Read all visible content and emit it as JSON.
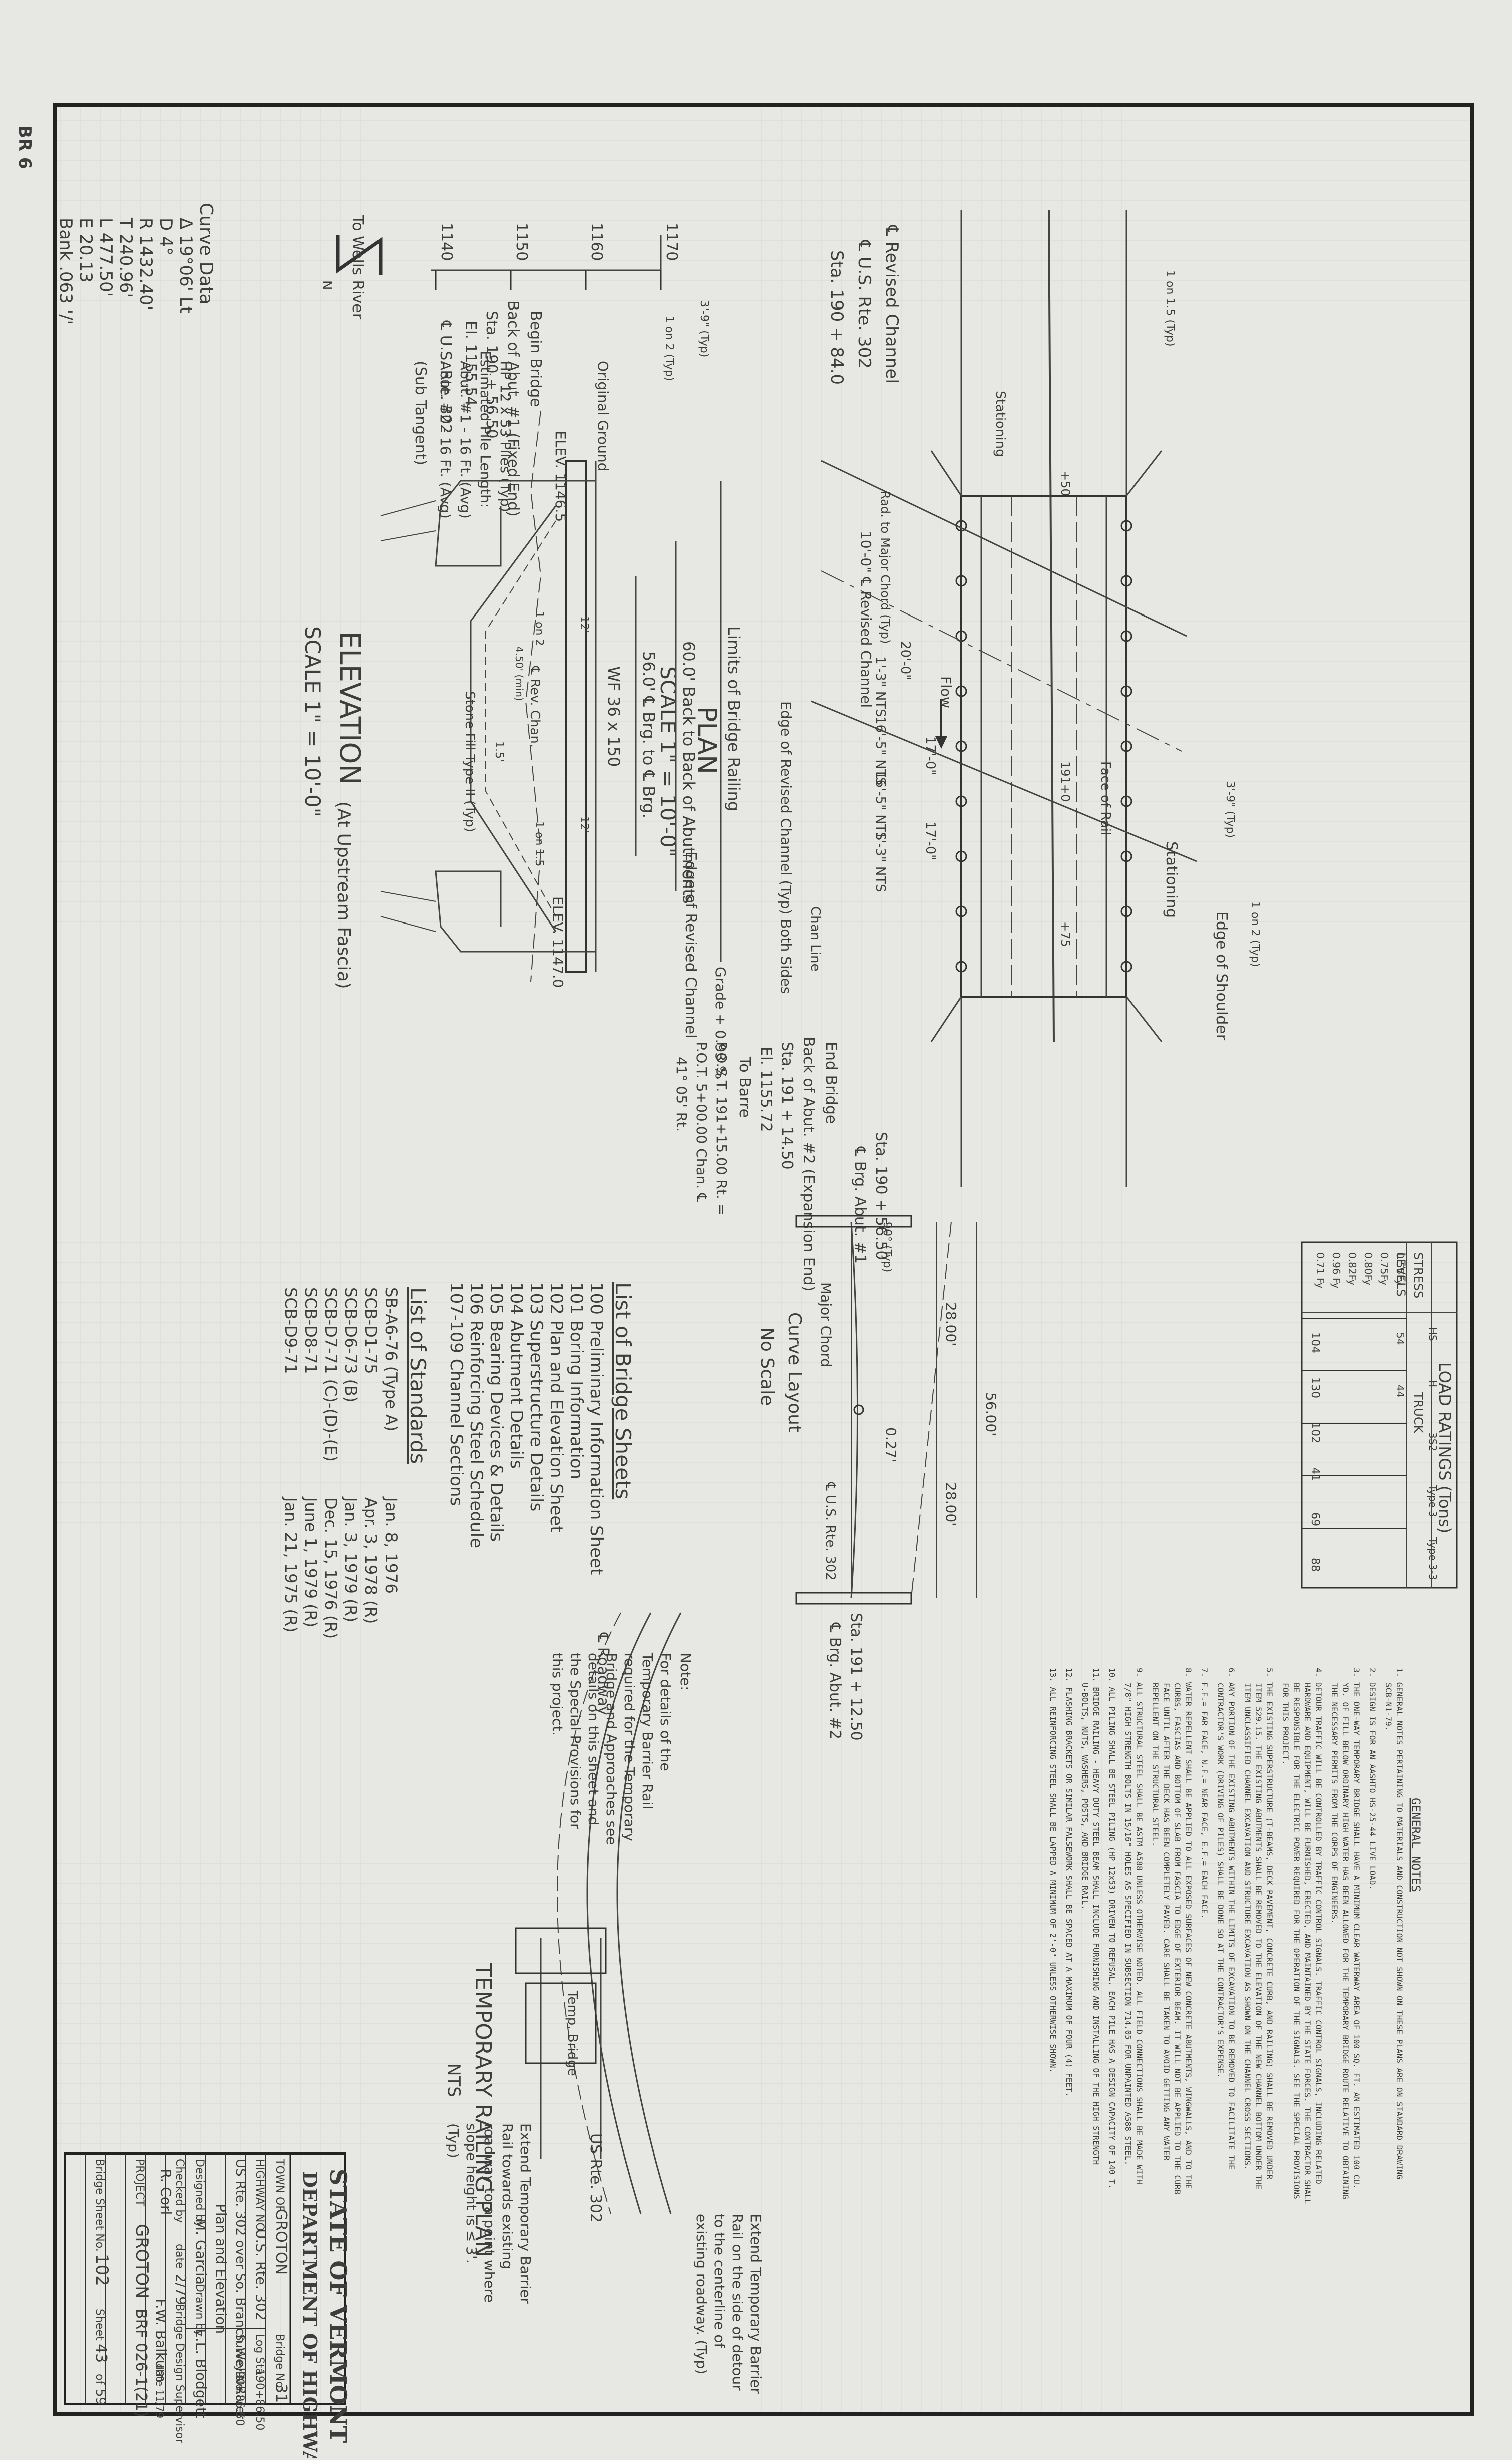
{
  "sheet_tag": "BR 6",
  "north_arrow": "N",
  "general_notes": {
    "title": "GENERAL NOTES",
    "items": [
      "1. GENERAL NOTES PERTAINING TO MATERIALS AND CONSTRUCTION NOT SHOWN ON THESE PLANS ARE ON STANDARD DRAWING SCB-N1-79.",
      "2. DESIGN IS FOR AN AASHTO HS-25-44 LIVE LOAD.",
      "3. THE ONE-WAY TEMPORARY BRIDGE SHALL HAVE A MINIMUM CLEAR WATERWAY AREA OF 100 SQ. FT. AN ESTIMATED 100 CU. YD. OF FILL BELOW ORDINARY HIGH WATER HAS BEEN ALLOWED FOR THE TEMPORARY BRIDGE ROUTE RELATIVE TO OBTAINING THE NECESSARY PERMITS FROM THE CORPS OF ENGINEERS.",
      "4. DETOUR TRAFFIC WILL BE CONTROLLED BY TRAFFIC CONTROL SIGNALS. TRAFFIC CONTROL SIGNALS, INCLUDING RELATED HARDWARE AND EQUIPMENT, WILL BE FURNISHED, ERECTED, AND MAINTAINED BY THE STATE FORCES. THE CONTRACTOR SHALL BE RESPONSIBLE FOR THE ELECTRIC POWER REQUIRED FOR THE OPERATION OF THE SIGNALS. SEE THE SPECIAL PROVISIONS FOR THIS PROJECT.",
      "5. THE EXISTING SUPERSTRUCTURE (T-BEAMS, DECK PAVEMENT, CONCRETE CURB, AND RAILING) SHALL BE REMOVED UNDER ITEM 529.15. THE EXISTING ABUTMENTS SHALL BE REMOVED TO THE ELEVATION OF THE NEW CHANNEL BOTTOM UNDER THE ITEM UNCLASSIFIED CHANNEL EXCAVATION AND STRUCTURE EXCAVATION AS SHOWN ON THE CHANNEL CROSS SECTIONS.",
      "6. ANY PORTION OF THE EXISTING ABUTMENTS WITHIN THE LIMITS OF EXCAVATION TO BE REMOVED TO FACILITATE THE CONTRACTOR'S WORK (DRIVING OF PILES) SHALL BE DONE SO AT THE CONTRACTOR'S EXPENSE.",
      "7. F.F.= FAR FACE, N.F.= NEAR FACE, E.F.= EACH FACE.",
      "8. WATER REPELLENT SHALL BE APPLIED TO ALL EXPOSED SURFACES OF NEW CONCRETE ABUTMENTS, WINGWALLS, AND TO THE CURBS, FASCIAS AND BOTTOM OF SLAB FROM FASCIA TO EDGE OF EXTERIOR BEAM. IT WILL NOT BE APPLIED TO THE CURB FACE UNTIL AFTER THE DECK HAS BEEN COMPLETELY PAVED. CARE SHALL BE TAKEN TO AVOID GETTING ANY WATER REPELLENT ON THE STRUCTURAL STEEL.",
      "9. ALL STRUCTURAL STEEL SHALL BE ASTM A588 UNLESS OTHERWISE NOTED. ALL FIELD CONNECTIONS SHALL BE MADE WITH 7/8\" HIGH STRENGTH BOLTS IN 15/16\" HOLES AS SPECIFIED IN SUBSECTION 714.05 FOR UNPAINTED A588 STEEL.",
      "10. ALL PILING SHALL BE STEEL PILING (HP 12x53) DRIVEN TO REFUSAL. EACH PILE HAS A DESIGN CAPACITY OF 140 T.",
      "11. BRIDGE RAILING - HEAVY DUTY STEEL BEAM SHALL INCLUDE FURNISHING AND INSTALLING OF THE HIGH STRENGTH U-BOLTS, NUTS, WASHERS, POSTS, AND BRIDGE RAIL.",
      "12. FLASHING BRACKETS OR SIMILAR FALSEWORK SHALL BE SPACED AT A MAXIMUM OF FOUR (4) FEET.",
      "13. ALL REINFORCING STEEL SHALL BE LAPPED A MINIMUM OF 2'-0\" UNLESS OTHERWISE SHOWN."
    ]
  },
  "load_ratings": {
    "title": "LOAD RATINGS (Tons)",
    "col_stress": "STRESS",
    "col_levels": "LEVELS",
    "col_truck": "TRUCK",
    "truck_types": [
      "HS",
      "H",
      "3S2",
      "Type 3",
      "Type 3-3"
    ],
    "rows": [
      {
        "level": "0.55Fy",
        "values": [
          "54",
          "44",
          "",
          "",
          ""
        ]
      },
      {
        "level": "0.75Fy",
        "values": [
          "",
          "",
          "",
          "",
          ""
        ]
      },
      {
        "level": "0.80Fy",
        "values": [
          "",
          "",
          "",
          "",
          ""
        ]
      },
      {
        "level": "0.82Fy",
        "values": [
          "",
          "",
          "",
          "",
          ""
        ]
      },
      {
        "level": "0.96 Fy",
        "values": [
          "",
          "",
          "",
          "",
          ""
        ]
      },
      {
        "level": "0.71 Fy",
        "values": [
          "",
          "",
          "",
          "",
          ""
        ]
      }
    ],
    "rating_values": [
      "104",
      "130",
      "102",
      "41",
      "69",
      "88"
    ]
  },
  "curve_data": {
    "title": "Curve Data",
    "lines": [
      "Δ 19°06' Lt",
      "D 4°",
      "R 1432.40'",
      "T 240.96'",
      "L 477.50'",
      "E 20.13",
      "Bank .063 '/'"
    ]
  },
  "plan": {
    "title": "PLAN",
    "scale": "SCALE 1\" = 10'-0\"",
    "labels": {
      "revised_channel": "℄ Revised Channel",
      "us_rte_302_sta": "℄ U.S. Rte. 302",
      "sta_190": "Sta. 190 + 84.0",
      "begin_bridge": "Begin Bridge",
      "back_abut_1": "Back of Abut. #1 (Fixed End)",
      "sta_begin": "Sta. 190 + 56.50",
      "el_begin": "El. 1155.54",
      "to_wells_river": "To Wells River",
      "us_rte_302": "℄ U.S. Rte. 302",
      "sub_tangent": "(Sub Tangent)",
      "stationing": "Stationing",
      "stationing_2": "Stationing",
      "chord_note": "Rad. to Major Chord (Typ)",
      "lon_10": "10'-0\" ℄ Revised Channel",
      "edge_revised": "Edge of Revised Channel (Typ) Both Sides",
      "edge_revised_2": "Edge of Revised Channel",
      "face_of_rail": "Face of Rail",
      "edge_shoulder": "Edge of Shoulder",
      "end_bridge": "End Bridge",
      "back_abut_2": "Back of Abut. #2 (Expansion End)",
      "sta_end": "Sta. 191 + 14.50",
      "el_end": "El. 1155.72",
      "to_barre": "To Barre",
      "post": "P.O.S.T. 191+15.00 Rt. =",
      "post_2": "P.O.T. 5+00.00 Chan. ℄",
      "post_3": "41° 05' Rt.",
      "chan_line": "Chan Line",
      "one_on_two": "1 on 2 (Typ)",
      "one_on_two_b": "1 on 2 (Typ)",
      "flow": "Flow",
      "dim_13_a": "1'-3\" NTS",
      "dim_165_a": "16'-5\" NTS",
      "dim_165_b": "16'-5\" NTS",
      "dim_13_b": "1'-3\" NTS",
      "dim_20": "20'-0\"",
      "dim_17_a": "17'-0\"",
      "dim_17_b": "17'-0\"",
      "plus50": "+50",
      "plus75": "+75",
      "sta191": "191+0",
      "dim_3_9": "3'-9\" (Typ)",
      "dim_3_9_b": "3'-9\" (Typ)",
      "lon_15": "1 on 1.5 (Typ)"
    }
  },
  "elevation": {
    "title": "ELEVATION",
    "subtitle": "(At Upstream Fascia)",
    "scale": "SCALE 1\" = 10'-0\"",
    "elev_ticks": [
      "1170",
      "1160",
      "1150",
      "1140"
    ],
    "labels": {
      "limits_railing": "Limits of Bridge Railing",
      "dim_60": "60.0' Back to Back of Abutments",
      "dim_56": "56.0' ℄ Brg. to ℄ Brg.",
      "beam": "WF 36 x 150",
      "orig_ground": "Original Ground",
      "elev_left": "ELEV. 1146.5",
      "elev_right": "ELEV. 1147.0",
      "piles": "HP 12 x 53 Piles (Typ)",
      "pile_len_title": "Estimated Pile Length:",
      "pile_1": "Abut. #1 - 16 Ft. (Avg)",
      "pile_2": "Abut. #2 - 16 Ft. (Avg)",
      "grade": "Grade + 0.93 %",
      "rev_chan": "℄ Rev. Chan.",
      "stone_fill": "Stone Fill Type II (Typ)",
      "slope": "1 on 2",
      "slope_b": "1 on 1.5",
      "dim_450": "4.50' (min)",
      "dim_12": "12'",
      "dim_12b": "12'",
      "dim_15": "1.5'"
    }
  },
  "curve_layout": {
    "title": "Curve Layout",
    "subtitle": "No Scale",
    "labels": {
      "sta_start": "Sta. 190 + 56.50",
      "abut_1": "℄ Brg. Abut. #1",
      "sta_end": "Sta. 191 + 12.50",
      "abut_2": "℄ Brg. Abut. #2",
      "major_chord": "Major Chord",
      "offset": "0.27'",
      "dim_2800": "28.00'",
      "dim_2800b": "28.00'",
      "dim_5600": "56.00'",
      "rte": "℄ U.S. Rte. 302",
      "angle": "90° (Typ)"
    }
  },
  "bridge_sheets": {
    "title": "List of Bridge Sheets",
    "items": [
      "100  Preliminary Information Sheet",
      "101  Boring Information",
      "102  Plan and Elevation Sheet",
      "103  Superstructure Details",
      "104  Abutment Details",
      "105  Bearing Devices & Details",
      "106  Reinforcing Steel Schedule",
      "107-109  Channel Sections"
    ]
  },
  "standards": {
    "title": "List of Standards",
    "items": [
      {
        "code": "SB-A6-76 (Type A)",
        "date": "Jan. 8, 1976"
      },
      {
        "code": "SCB-D1-75",
        "date": "Apr. 3, 1978 (R)"
      },
      {
        "code": "SCB-D6-73 (B)",
        "date": "Jan. 3, 1979 (R)"
      },
      {
        "code": "SCB-D7-71 (C)-(D)-(E)",
        "date": "Dec. 15, 1976 (R)"
      },
      {
        "code": "SCB-D8-71",
        "date": "June 1, 1979 (R)"
      },
      {
        "code": "SCB-D9-71",
        "date": "Jan. 21, 1975 (R)"
      }
    ]
  },
  "temp_railing": {
    "title": "TEMPORARY RAILING PLAN",
    "scale": "NTS",
    "roadway": "℄ Roadway",
    "temp_bridge": "Temp. Bridge",
    "us_rte": "US Rte. 302",
    "note_1": "Extend Temporary Barrier Rail on the side of detour to the centerline of existing roadway. (Typ)",
    "note_2": "Extend Temporary Barrier Rail towards existing roadway to a point where slope height is ≤ 3'. (Typ)",
    "note_title": "Note:",
    "note_body": "For details of the Temporary Barrier Rail required for the Temporary Bridge and Approaches see details on this sheet and the Special Provisions for this project."
  },
  "title_block": {
    "state": "STATE OF VERMONT",
    "dept": "DEPARTMENT OF HIGHWAYS",
    "town_label": "TOWN OF",
    "town": "GROTON",
    "bridge_no_label": "Bridge No.",
    "bridge_no": "31",
    "highway_label": "HIGHWAY NO.",
    "highway": "U.S. Rte. 302",
    "log_sta_label": "Log Sta.",
    "log_sta": "190+86.50",
    "survey_label": "Survey No.",
    "survey": "90+86.50",
    "description": "US Rte. 302 over So. Branch Wells River",
    "sheet_desc": "Plan and Elevation",
    "designed_label": "Designed by",
    "designed": "M. Garcia",
    "drawn_label": "Drawn by",
    "drawn": "E.L. Blodgett",
    "checked_label": "Checked by",
    "checked": "R. Corl",
    "date_label": "date",
    "date": "2/79",
    "supervisor_label": "Bridge Design Supervisor",
    "supervisor": "F.W. Balkum",
    "sup_date": "date 11/79",
    "project_label": "PROJECT",
    "project": "GROTON",
    "project_no": "BRF 026-1(21)",
    "bridge_sheet_label": "Bridge Sheet No.",
    "bridge_sheet": "102",
    "sheet_label": "Sheet",
    "sheet": "43",
    "of_label": "of",
    "of": "59"
  }
}
